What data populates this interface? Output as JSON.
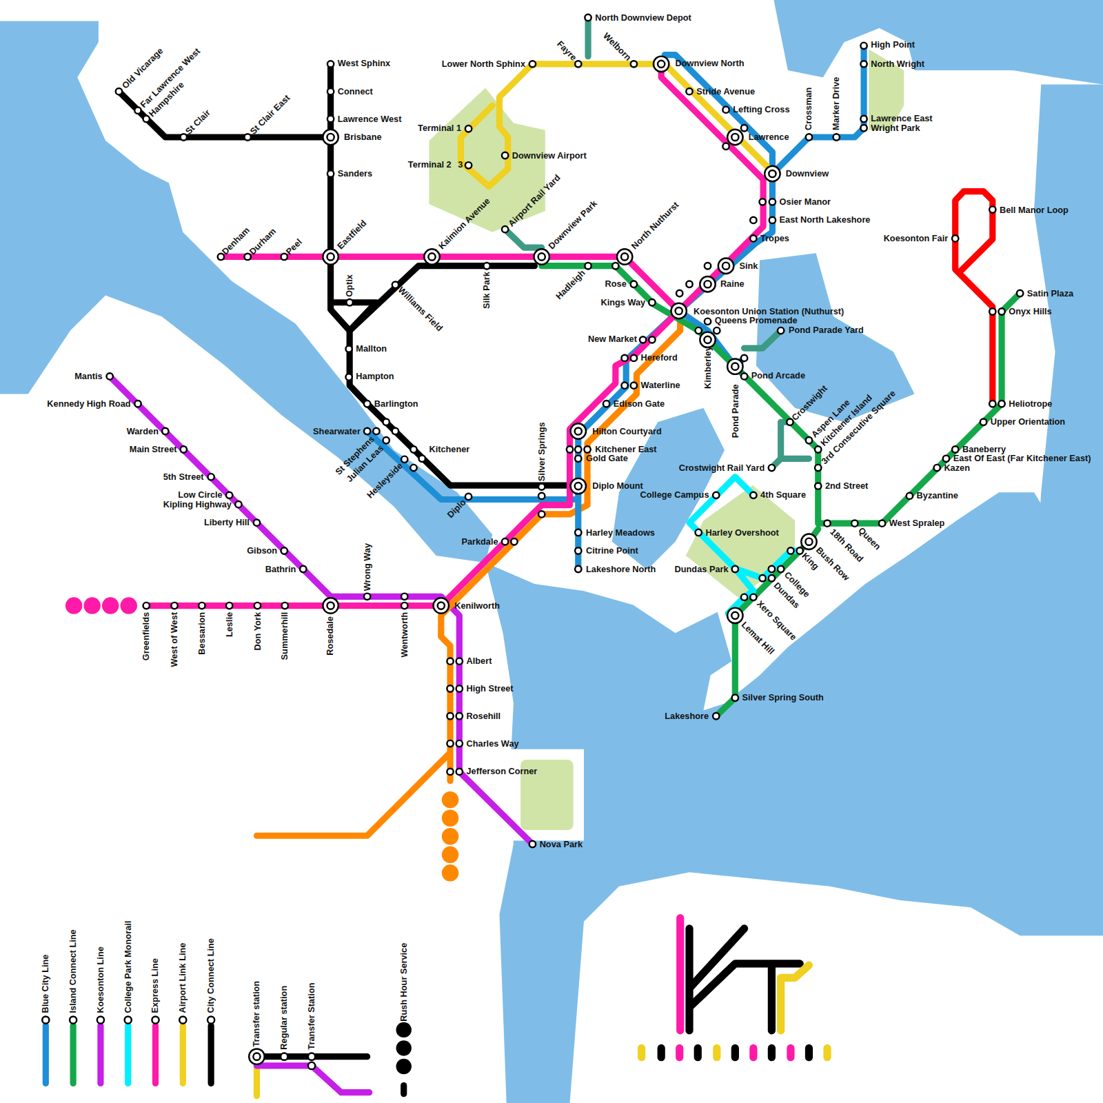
{
  "diagram": {
    "labels": [
      "Old Vicarage",
      "Far Lawrence West",
      "Hampshire",
      "St Clair",
      "St Clair East",
      "West Sphinx",
      "Connect",
      "Lawrence West",
      "Brisbane",
      "Sanders",
      "Eastfield",
      "Optix",
      "Williams Field",
      "Mallton",
      "Hampton",
      "Barlington",
      "Shearwater",
      "St Stephens",
      "Julian Leas",
      "Hesleyside",
      "Kitchener",
      "Diplo",
      "Silk Park",
      "Denham",
      "Durham",
      "Peel",
      "Kaimion Avenue",
      "Downview Park",
      "North Nuthurst",
      "Greenfields",
      "West of West",
      "Bessarion",
      "Leslie",
      "Don York",
      "Summerhill",
      "Rosedale",
      "Wrong Way",
      "Wentworth",
      "Kenilworth",
      "Parkdale",
      "Silver Springs",
      "Hilton Courtyard",
      "Kitchener East",
      "Gold Gate",
      "Diplo Mount",
      "Harley Meadows",
      "Citrine Point",
      "Lakeshore North",
      "Edison Gate",
      "Waterline",
      "Hereford",
      "New Market",
      "Kings Way",
      "Rose",
      "Hadleigh",
      "Koesonton Union Station (Nuthurst)",
      "Queens Promenade",
      "Kimberley",
      "Pond Parade Yard",
      "Pond Arcade",
      "Pond Parade",
      "Raine",
      "Sink",
      "Tropes",
      "East North Lakeshore",
      "Osier Manor",
      "Downview",
      "Lawrence",
      "Lefting Cross",
      "Stride Avenue",
      "Downview North",
      "Welborn",
      "Fayre",
      "Lower North Sphinx",
      "North Downview Depot",
      "Terminal 1",
      "Terminal 2",
      "3",
      "Downview Airport",
      "Airport Rail Yard",
      "Crossman",
      "Marker Drive",
      "High Point",
      "North Wright",
      "Lawrence East",
      "Wright Park",
      "Koesonton Fair",
      "Bell Manor Loop",
      "Satin Plaza",
      "Onyx Hills",
      "Heliotrope",
      "Upper Orientation",
      "Baneberry",
      "East Of East (Far Kitchener East)",
      "Kazen",
      "Byzantine",
      "West Spralep",
      "Queen",
      "18th Road",
      "Bush Row",
      "King",
      "College",
      "Dundas",
      "Xero Square",
      "Lemat Hill",
      "Silver Spring South",
      "Lakeshore",
      "Dundas Park",
      "Harley Overshoot",
      "College Campus",
      "4th Square",
      "Crostwight Rail Yard",
      "Crostwight",
      "Aspen Lane",
      "Kitchener Island",
      "3rd Consecutive Square",
      "2nd Street",
      "Mantis",
      "Kennedy High Road",
      "Warden",
      "Main Street",
      "5th Street",
      "Low Circle",
      "Kipling Highway",
      "Liberty Hill",
      "Gibson",
      "Bathrin",
      "Albert",
      "High Street",
      "Rosehill",
      "Charles Way",
      "Jefferson Corner",
      "Nova Park"
    ],
    "legend": [
      {
        "text": "Blue City Line"
      },
      {
        "text": "Island Connect Line"
      },
      {
        "text": "Koesonton Line"
      },
      {
        "text": "College Park Monorail"
      },
      {
        "text": "Express Line"
      },
      {
        "text": "Airport Link Line"
      },
      {
        "text": "City Connect Line"
      },
      {
        "text": "Transfer station"
      },
      {
        "text": "Regular station"
      },
      {
        "text": "Transfer Station"
      },
      {
        "text": "Rush Hour Service"
      }
    ]
  }
}
